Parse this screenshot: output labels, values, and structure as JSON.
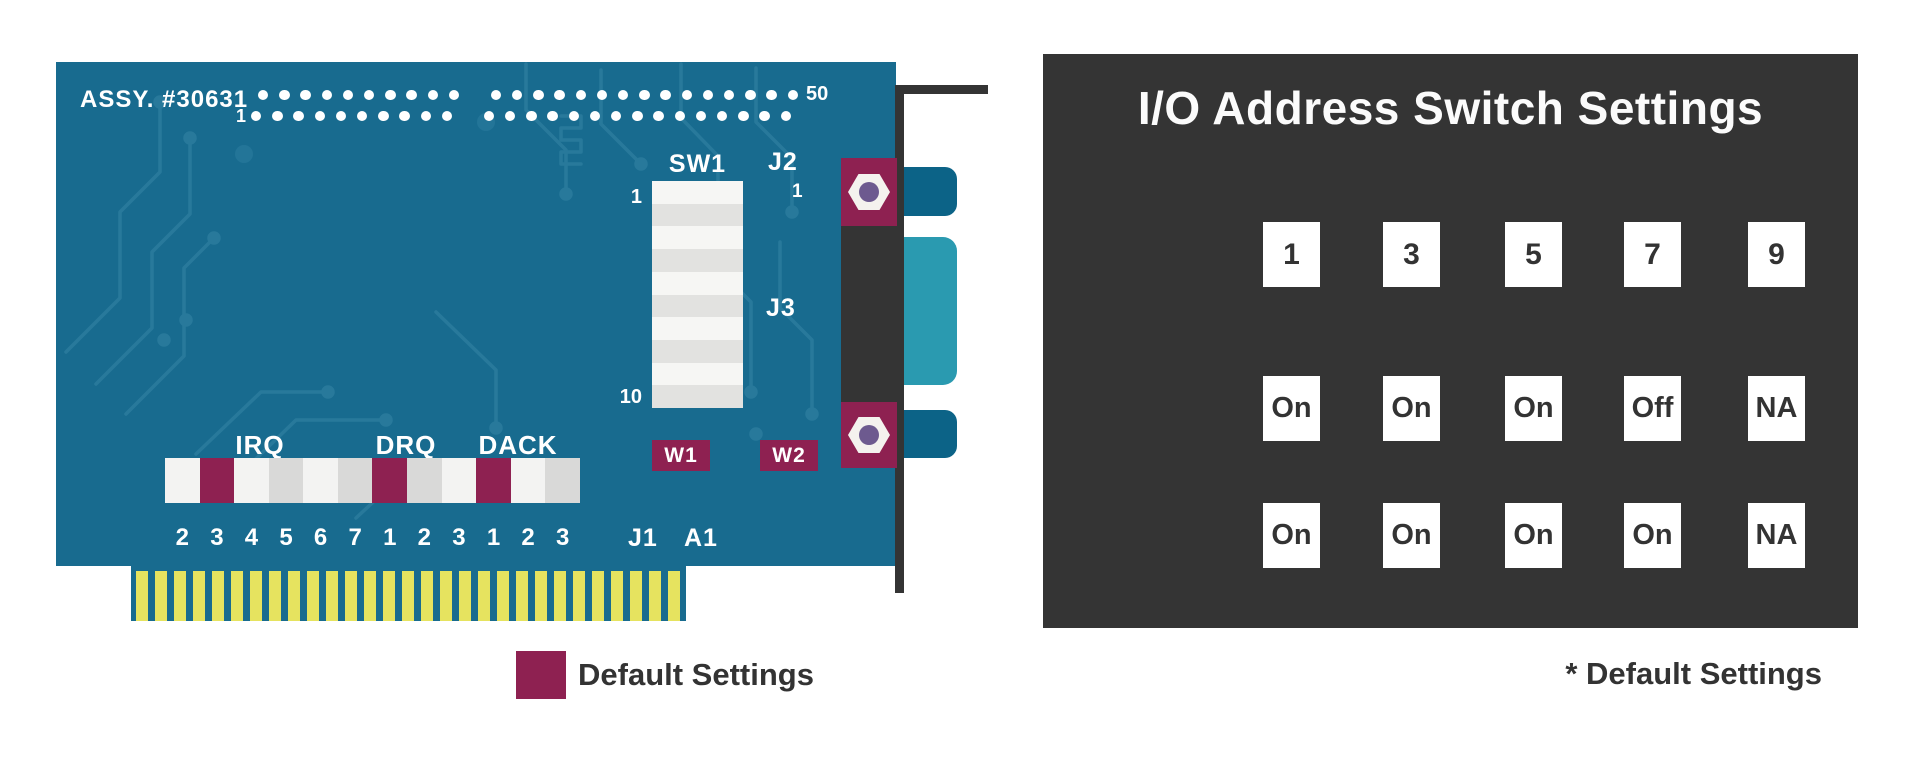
{
  "colors": {
    "board_teal": "#186b8f",
    "trace_blue": "#3c8cab",
    "maroon": "#8e2151",
    "gold_yellow": "#e6e35f",
    "dark_gray": "#343434",
    "connector_teal": "#2a9ab0",
    "tab_blue": "#0c6387",
    "sw1_segment_light": "#f6f6f4",
    "sw1_segment_gray": "#e2e2e0",
    "bar_segment_light": "#f3f3f2",
    "bar_segment_gray": "#d9d9d8",
    "text_dark": "#333333"
  },
  "board": {
    "assy_label": "ASSY. #30631",
    "pin_header": {
      "dots_per_row": 25,
      "pin1_label": "1",
      "pin50_label": "50"
    },
    "sw1": {
      "label": "SW1",
      "top_pin_label": "1",
      "bottom_pin_label": "10",
      "segment_count": 10
    },
    "connectors": {
      "j2_label": "J2",
      "j2_pin1_label": "1",
      "j3_label": "J3",
      "j1_label": "J1",
      "a1_label": "A1"
    },
    "jumpers": {
      "w1_label": "W1",
      "w2_label": "W2",
      "group_labels": [
        "IRQ",
        "DRQ",
        "DACK"
      ],
      "pin_numbers": [
        "2",
        "3",
        "4",
        "5",
        "6",
        "7",
        "1",
        "2",
        "3",
        "1",
        "2",
        "3"
      ],
      "segment_states": [
        "open",
        "default",
        "open",
        "closed",
        "open",
        "closed",
        "default",
        "closed",
        "open",
        "default",
        "open",
        "closed"
      ]
    },
    "legend": {
      "label": "Default Settings",
      "swatch_color": "#8e2151"
    }
  },
  "io_panel": {
    "title": "I/O Address Switch Settings",
    "switch_numbers": [
      "1",
      "3",
      "5",
      "7",
      "9"
    ],
    "setting_rows": [
      [
        "On",
        "On",
        "On",
        "Off",
        "NA"
      ],
      [
        "On",
        "On",
        "On",
        "On",
        "NA"
      ]
    ],
    "footnote": "* Default Settings"
  }
}
